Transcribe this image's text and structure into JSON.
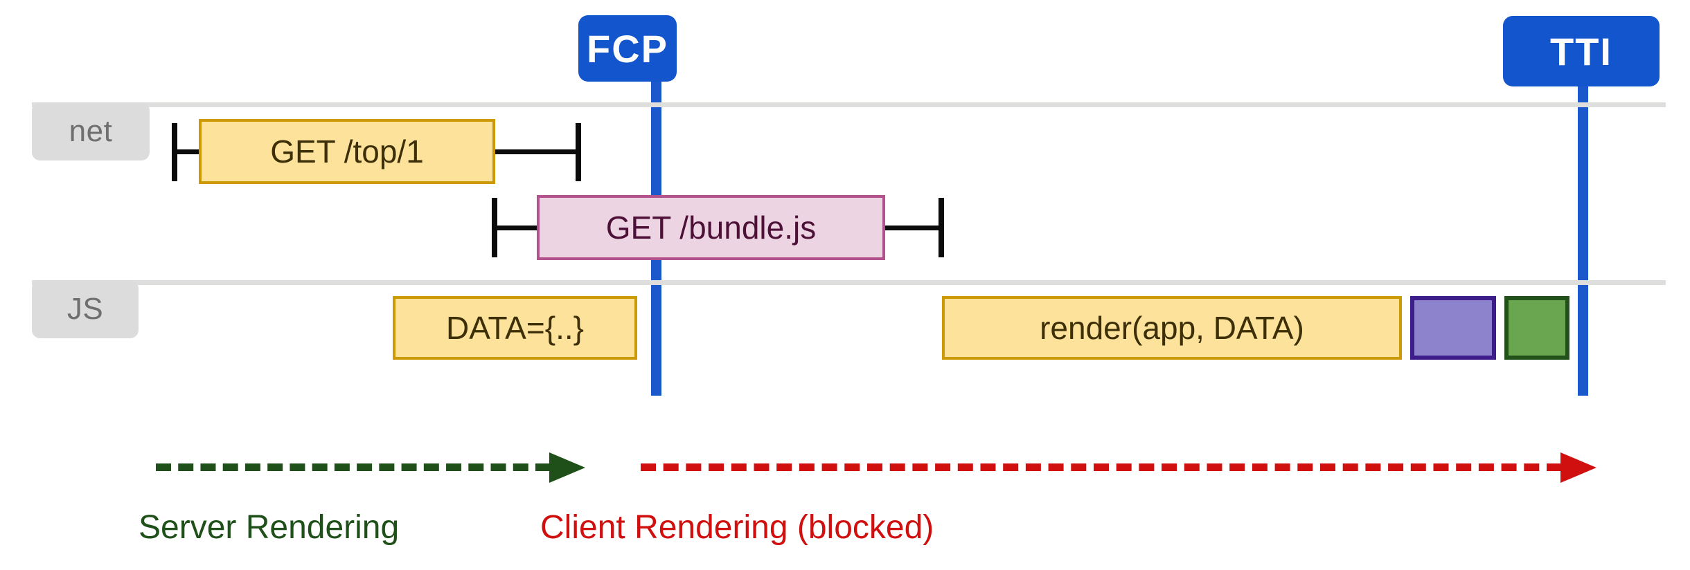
{
  "diagram": {
    "title": "Server rendering vs client rendering timeline",
    "colors": {
      "milestone_blue": "#1255cc",
      "lane_chip_gray": "#dcdcdc",
      "lane_rule_gray": "#dededd",
      "block_yellow_fill": "#fce29b",
      "block_yellow_border": "#cc9a06",
      "block_pink_fill": "#ecd4e3",
      "block_pink_border": "#b2538d",
      "block_purple_fill": "#8d82cc",
      "block_purple_border": "#3c1d8a",
      "block_green_fill": "#6aa64f",
      "block_green_border": "#23511a",
      "server_phase_green": "#205019",
      "client_phase_red": "#d00f0f",
      "whisker_black": "#0b0b0b"
    }
  },
  "lanes": [
    {
      "id": "net",
      "label": "net"
    },
    {
      "id": "js",
      "label": "JS"
    }
  ],
  "milestones": [
    {
      "id": "fcp",
      "label": "FCP"
    },
    {
      "id": "tti",
      "label": "TTI"
    }
  ],
  "net_blocks": [
    {
      "id": "get-top",
      "label": "GET /top/1"
    },
    {
      "id": "get-bundle",
      "label": "GET /bundle.js"
    }
  ],
  "js_blocks": [
    {
      "id": "data-assign",
      "label": "DATA={..}"
    },
    {
      "id": "render-call",
      "label": "render(app, DATA)"
    },
    {
      "id": "purple-task",
      "label": ""
    },
    {
      "id": "green-task",
      "label": ""
    }
  ],
  "phases": [
    {
      "id": "server-rendering",
      "label": "Server Rendering"
    },
    {
      "id": "client-rendering",
      "label": "Client Rendering (blocked)"
    }
  ]
}
